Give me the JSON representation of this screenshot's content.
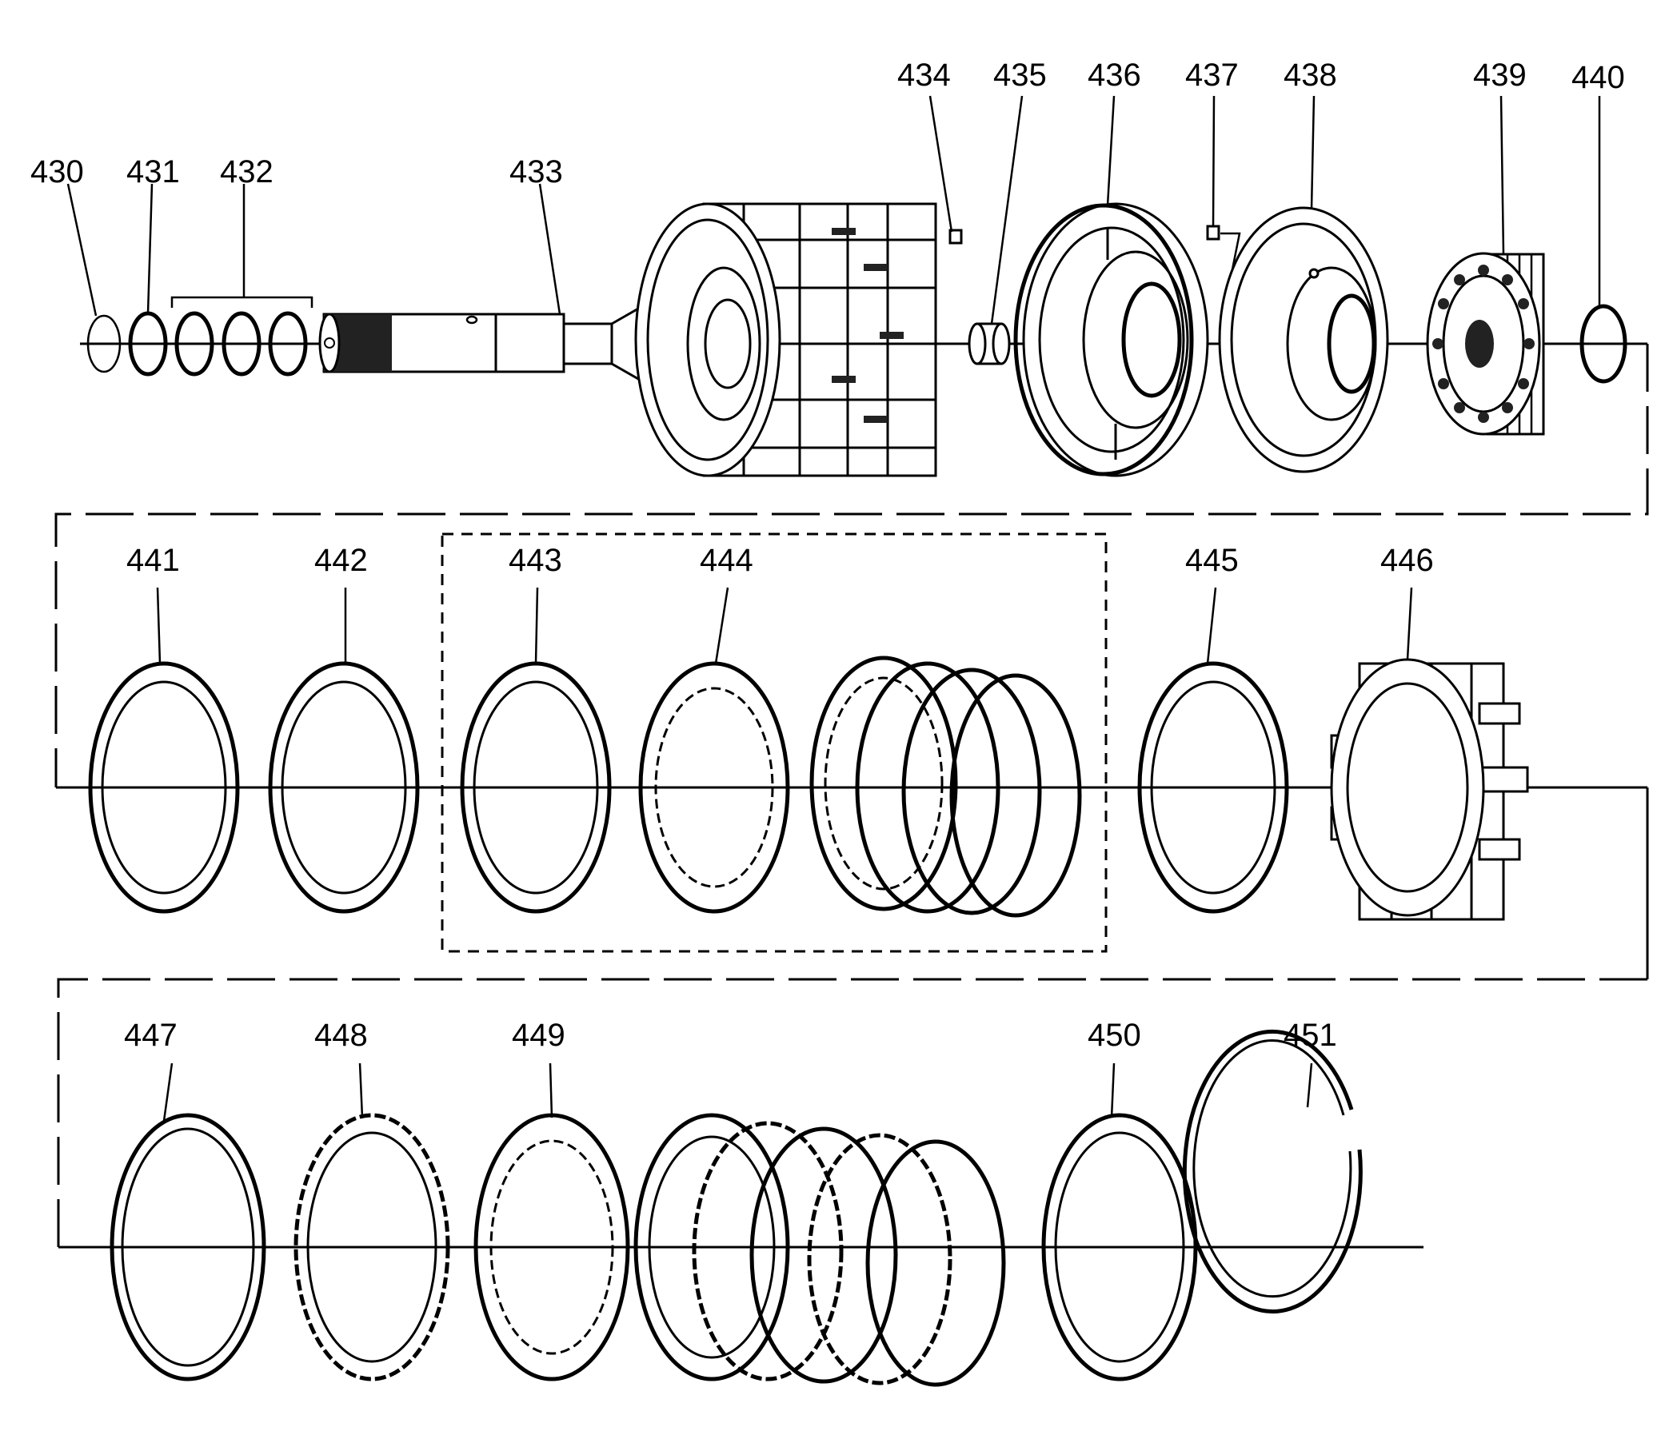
{
  "callouts": {
    "c430": "430",
    "c431": "431",
    "c432": "432",
    "c433": "433",
    "c434": "434",
    "c435": "435",
    "c436": "436",
    "c437": "437",
    "c438": "438",
    "c439": "439",
    "c440": "440",
    "c441": "441",
    "c442": "442",
    "c443": "443",
    "c444": "444",
    "c445": "445",
    "c446": "446",
    "c447": "447",
    "c448": "448",
    "c449": "449",
    "c450": "450",
    "c451": "451"
  }
}
